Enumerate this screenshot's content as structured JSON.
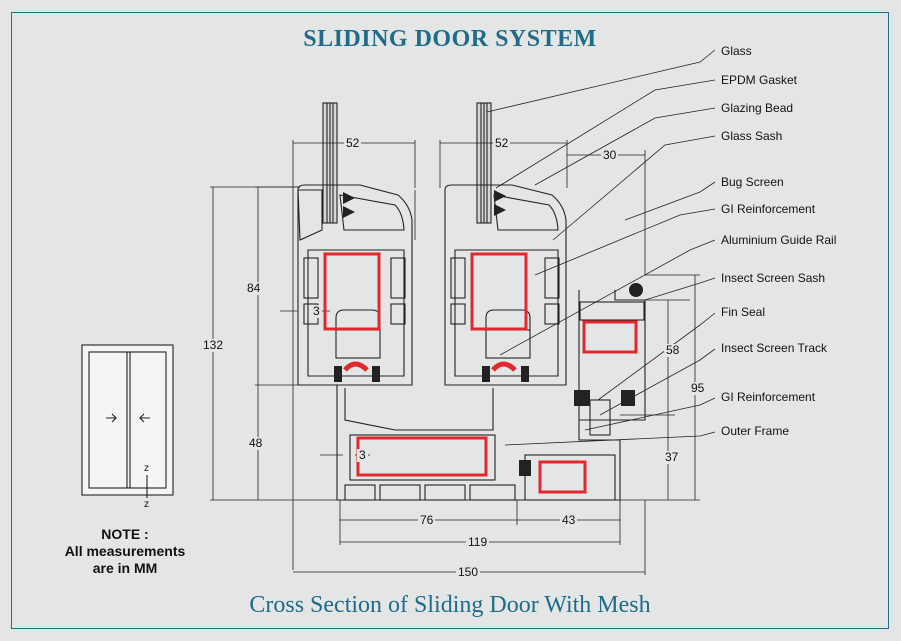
{
  "title": "SLIDING DOOR SYSTEM",
  "subtitle": "Cross Section of Sliding Door With Mesh",
  "note": {
    "line1": "NOTE :",
    "line2": "All measurements",
    "line3": "are in MM"
  },
  "callouts": [
    "Glass",
    "EPDM Gasket",
    "Glazing Bead",
    "Glass Sash",
    "Bug Screen",
    "GI Reinforcement",
    "Aluminium Guide Rail",
    "Insect Screen Sash",
    "Fin Seal",
    "Insect Screen Track",
    "GI Reinforcement",
    "Outer Frame"
  ],
  "dimensions": {
    "d52a": "52",
    "d52b": "52",
    "d30": "30",
    "d84": "84",
    "d132": "132",
    "d48": "48",
    "d3a": "3",
    "d3b": "3",
    "d58": "58",
    "d95": "95",
    "d37": "37",
    "d76": "76",
    "d43": "43",
    "d119": "119",
    "d150": "150"
  },
  "icon_axis_label": "z",
  "colors": {
    "title": "#1f6b8a",
    "reinforcement": "#e0282e",
    "line": "#222222",
    "background": "#e4e6e5"
  }
}
